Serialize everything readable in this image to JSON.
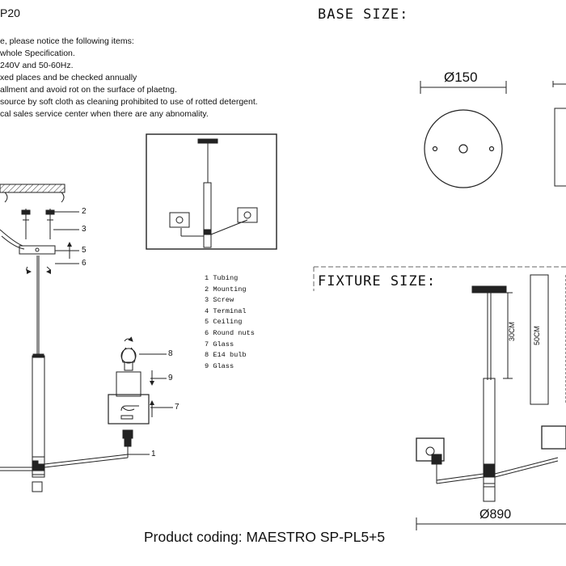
{
  "header": {
    "model_suffix": "P20"
  },
  "notice": [
    "e, please notice the following items:",
    "whole Specification.",
    "240V and 50-60Hz.",
    "xed places and be checked annually",
    "allment and avoid rot on the surface of plaetng.",
    "source by soft cloth as cleaning prohibited to use of rotted detergent.",
    "cal sales service center when there are any abnomality."
  ],
  "sections": {
    "base_size": "BASE SIZE:",
    "fixture_size": "FIXTURE SIZE:"
  },
  "dimensions": {
    "base_diameter": "Ø150",
    "tube_height": "30CM",
    "glass_height": "50CM",
    "fixture_width": "Ø890"
  },
  "callouts": [
    "2",
    "3",
    "5",
    "6",
    "8",
    "9",
    "7",
    "1"
  ],
  "parts": [
    "1 Tubing",
    "2 Mounting",
    "3 Screw",
    "4 Terminal",
    "5 Ceiling",
    "6 Round nuts",
    "7 Glass",
    "8 E14 bulb",
    "9 Glass"
  ],
  "footer": {
    "product_coding": "Product coding: MAESTRO SP-PL5+5"
  }
}
